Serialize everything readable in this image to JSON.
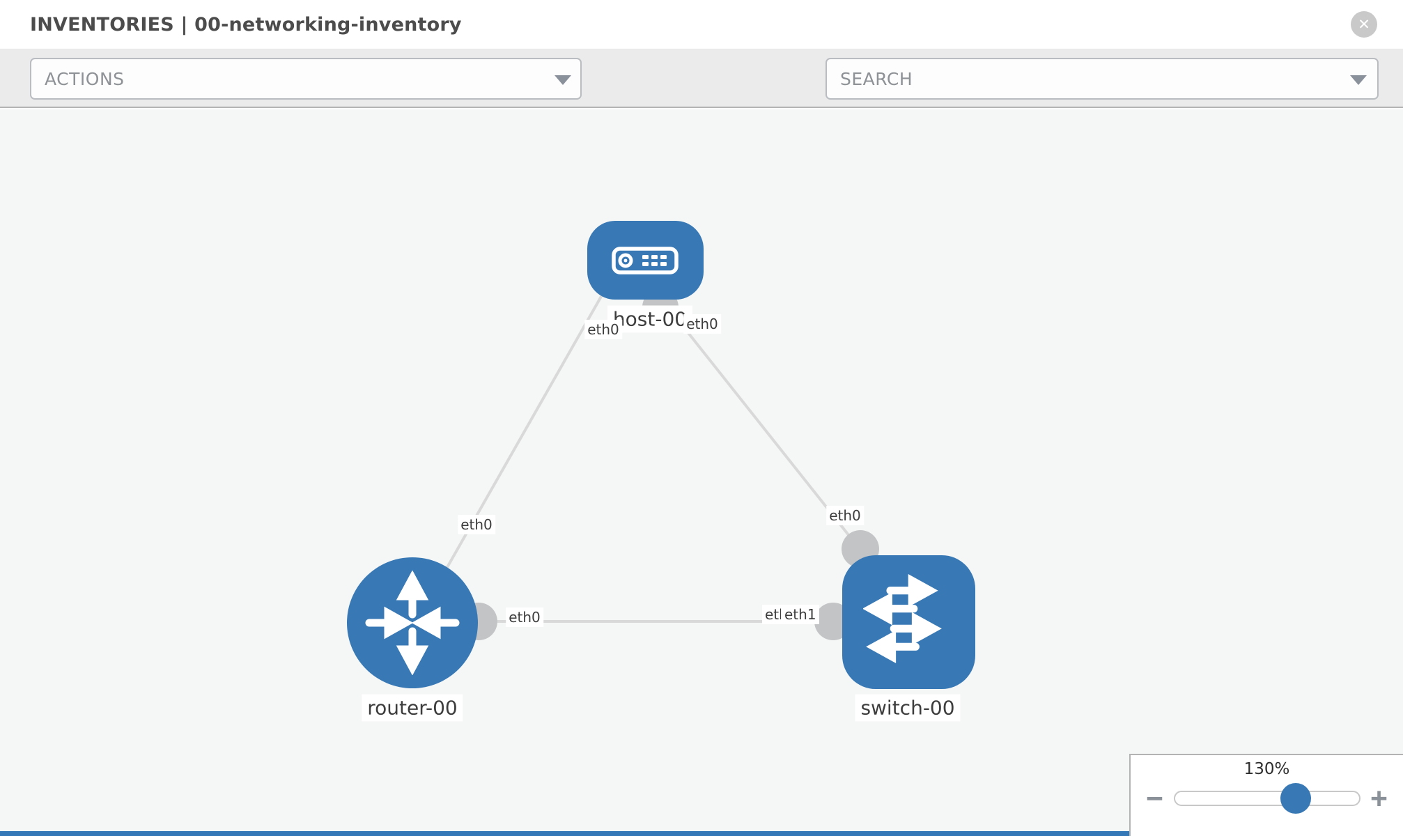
{
  "header": {
    "title": "INVENTORIES | 00-networking-inventory",
    "close_glyph": "✕"
  },
  "toolbar": {
    "actions_label": "ACTIONS",
    "search_label": "SEARCH",
    "icons": [
      "wrench-icon",
      "key-icon"
    ]
  },
  "topology": {
    "nodes": [
      {
        "id": "host-00",
        "label": "host-00",
        "type": "host"
      },
      {
        "id": "router-00",
        "label": "router-00",
        "type": "router"
      },
      {
        "id": "switch-00",
        "label": "switch-00",
        "type": "switch"
      }
    ],
    "links": [
      {
        "from": "host-00",
        "from_interface": "eth0",
        "to": "router-00",
        "to_interface": "eth0"
      },
      {
        "from": "host-00",
        "from_interface": "eth0",
        "to": "switch-00",
        "to_interface": "eth0"
      },
      {
        "from": "router-00",
        "from_interface": "eth0",
        "to": "switch-00",
        "to_interface": "eth1"
      }
    ],
    "interface_labels": {
      "host_left": "eth0",
      "host_right": "eth0",
      "router_top": "eth0",
      "switch_top": "eth0",
      "bottom_left": "eth0",
      "bottom_right_back": "eth0",
      "bottom_right_front": "eth1"
    }
  },
  "zoom_control": {
    "level": "130%",
    "minus_glyph": "−",
    "plus_glyph": "+"
  },
  "colors": {
    "node_blue": "#3879b5",
    "link_gray": "#d9d9d9",
    "port_gray": "#c3c4c6",
    "toolbar_bg": "#ebebeb",
    "canvas_bg": "#f5f6f6",
    "footer_blue": "#3478b8"
  }
}
